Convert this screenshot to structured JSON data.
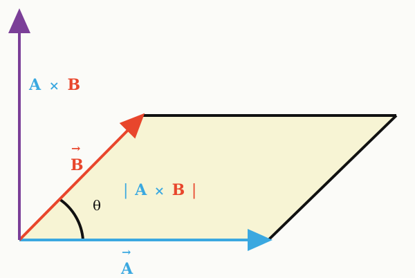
{
  "labels": {
    "cross_product": {
      "a": "A",
      "op": "×",
      "b": "B"
    },
    "vector_b": {
      "arrow": "→",
      "text": "B"
    },
    "vector_a": {
      "arrow": "→",
      "text": "A"
    },
    "angle": "θ",
    "magnitude": {
      "bar_left": "|",
      "a": "A",
      "op": "×",
      "b": "B",
      "bar_right": "|"
    }
  },
  "colors": {
    "parallelogram_fill": "#f7f4d4",
    "parallelogram_edge": "#111111",
    "vector_a": "#3aa8e0",
    "vector_b": "#e8462c",
    "cross_product": "#7b3f98",
    "label_a": "#3aa8e0",
    "label_b": "#e8462c",
    "angle_arc": "#111111"
  }
}
